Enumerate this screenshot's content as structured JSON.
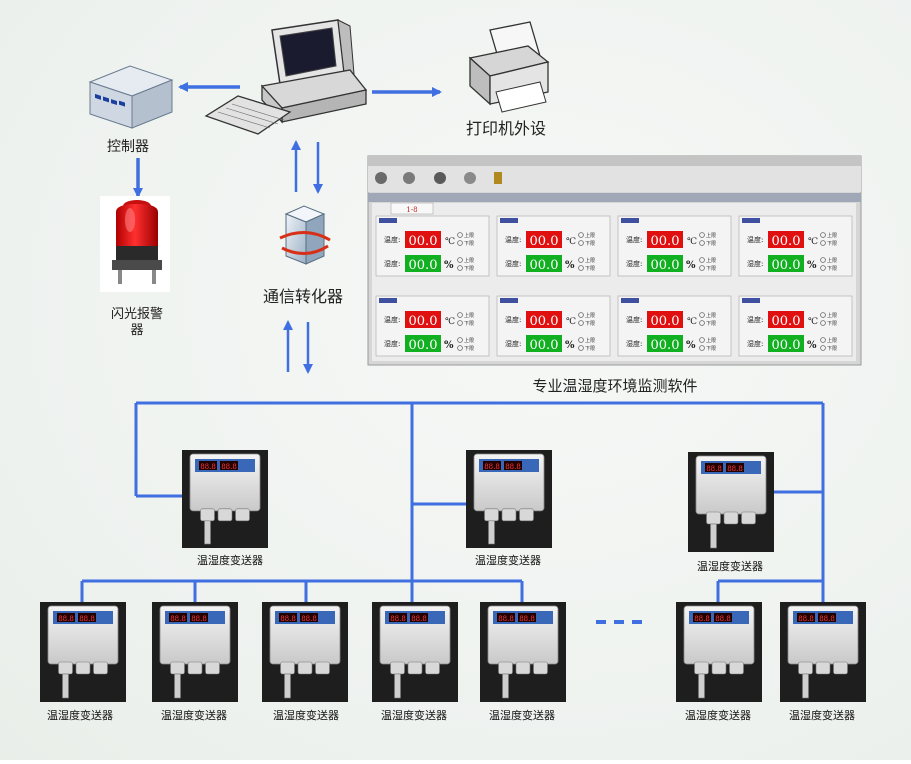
{
  "labels": {
    "controller": "控制器",
    "printer": "打印机外设",
    "alarm": "闪光报警器",
    "converter": "通信转化器",
    "software": "专业温湿度环境监测软件",
    "transmitter": "温湿度变送器"
  },
  "software_panel": {
    "tab_label": "1-8",
    "temp_label": "温度:",
    "humi_label": "湿度:",
    "temp_value": "00.0",
    "humi_value": "00.0",
    "temp_unit": "℃",
    "humi_unit": "%",
    "upper_limit": "上限",
    "lower_limit": "下限",
    "channel_count": 8
  },
  "transmitter_display": {
    "left_value": "88.8",
    "right_value": "88.8"
  },
  "colors": {
    "wire": "#3f6fe0",
    "arrow": "#3f6fe0",
    "led_red": "#e01010",
    "led_green": "#10b020",
    "panel_bg": "#dcdcdc"
  }
}
